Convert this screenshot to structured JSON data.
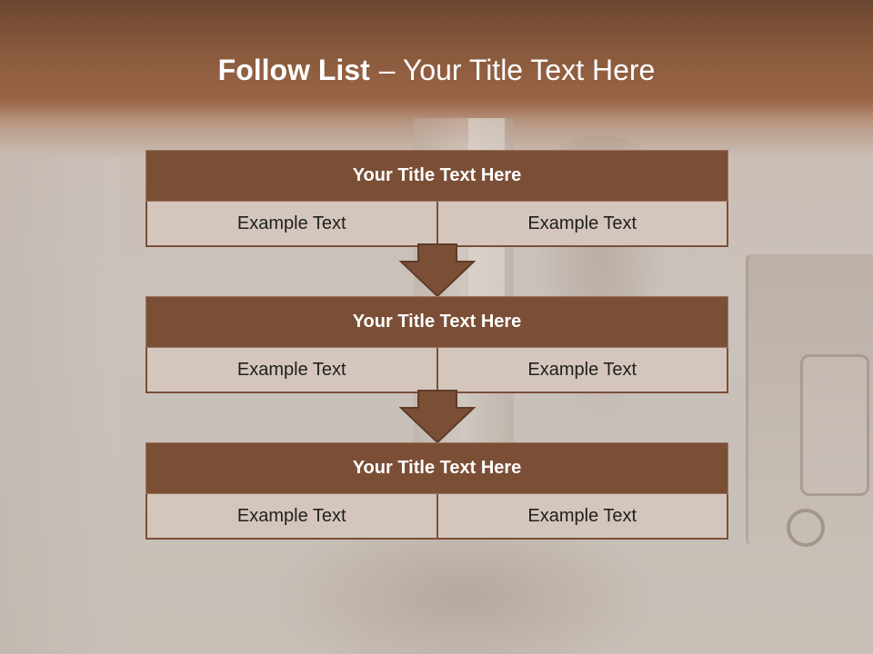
{
  "slide": {
    "title_bold": "Follow List",
    "title_rest": "– Your Title Text Here"
  },
  "blocks": [
    {
      "title": "Your Title Text Here",
      "left": "Example Text",
      "right": "Example Text"
    },
    {
      "title": "Your Title Text Here",
      "left": "Example Text",
      "right": "Example Text"
    },
    {
      "title": "Your Title Text Here",
      "left": "Example Text",
      "right": "Example Text"
    }
  ],
  "colors": {
    "header_band": "#8a5a3d",
    "block_header": "#7b4f36",
    "cell_fill": "#d4c6bc",
    "title_text": "#ffffff"
  },
  "icons": [
    "down-arrow-icon",
    "down-arrow-icon"
  ]
}
